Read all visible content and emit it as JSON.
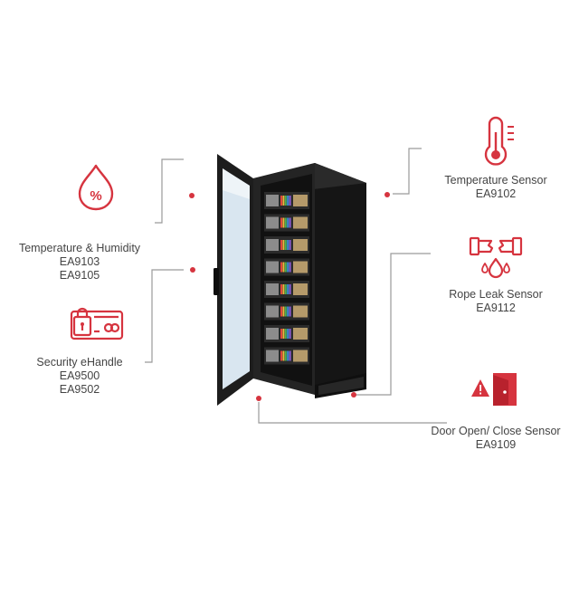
{
  "colors": {
    "accent": "#d6343f",
    "connector": "#9a9a9a",
    "cabinet": "#1d1d1d",
    "text": "#444444"
  },
  "sensors": [
    {
      "id": "temperature-humidity",
      "icon": "humidity-drop-icon",
      "name": "Temperature & Humidity",
      "models": [
        "EA9103",
        "EA9105"
      ]
    },
    {
      "id": "security-ehandle",
      "icon": "ehandle-card-icon",
      "name": "Security eHandle",
      "models": [
        "EA9500",
        "EA9502"
      ]
    },
    {
      "id": "temperature-sensor",
      "icon": "thermometer-icon",
      "name": "Temperature Sensor",
      "models": [
        "EA9102"
      ]
    },
    {
      "id": "rope-leak-sensor",
      "icon": "leaking-pipe-icon",
      "name": "Rope Leak Sensor",
      "models": [
        "EA9112"
      ]
    },
    {
      "id": "door-sensor",
      "icon": "open-door-warning-icon",
      "name": "Door Open/ Close Sensor",
      "models": [
        "EA9109"
      ]
    }
  ]
}
